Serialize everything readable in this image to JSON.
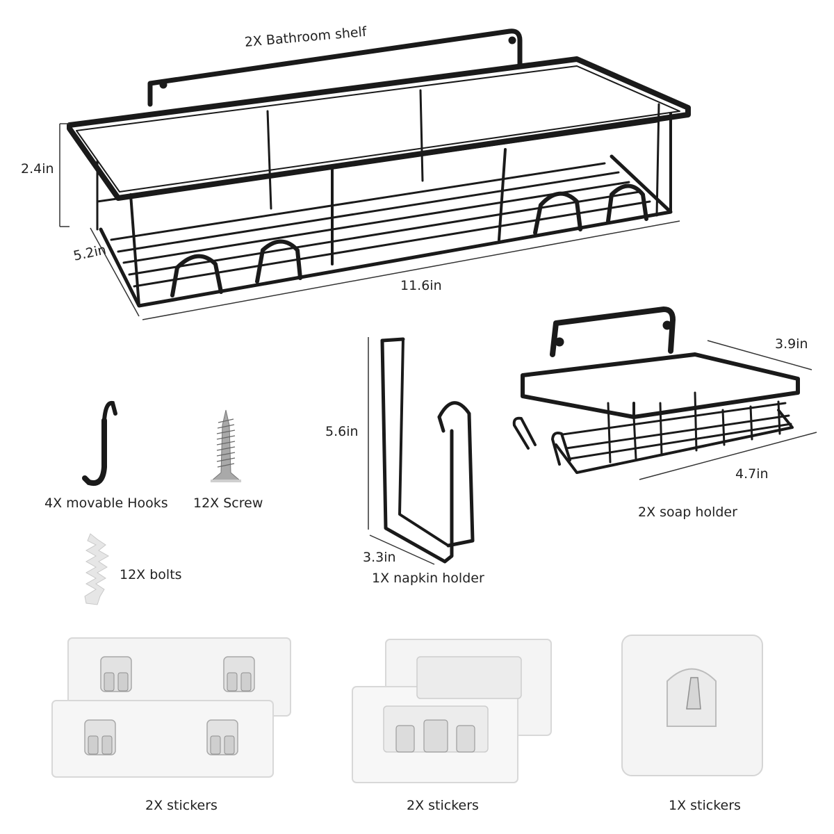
{
  "labels": {
    "bathroom_shelf": "2X Bathroom shelf",
    "shelf_height": "2.4in",
    "shelf_depth": "5.2in",
    "shelf_width": "11.6in",
    "hooks": "4X movable Hooks",
    "screw": "12X Screw",
    "bolts": "12X bolts",
    "napkin_height": "5.6in",
    "napkin_depth": "3.3in",
    "napkin_holder": "1X napkin holder",
    "soap_depth": "3.9in",
    "soap_width": "4.7in",
    "soap_holder": "2X soap holder",
    "stickers_a": "2X stickers",
    "stickers_b": "2X stickers",
    "stickers_c": "1X stickers"
  },
  "colors": {
    "metal": "#1a1a1a",
    "sticker": "#f4f4f4",
    "sticker_edge": "#d8d8d8",
    "screw": "#a9a9a9",
    "anchor": "#e6e6e6"
  }
}
